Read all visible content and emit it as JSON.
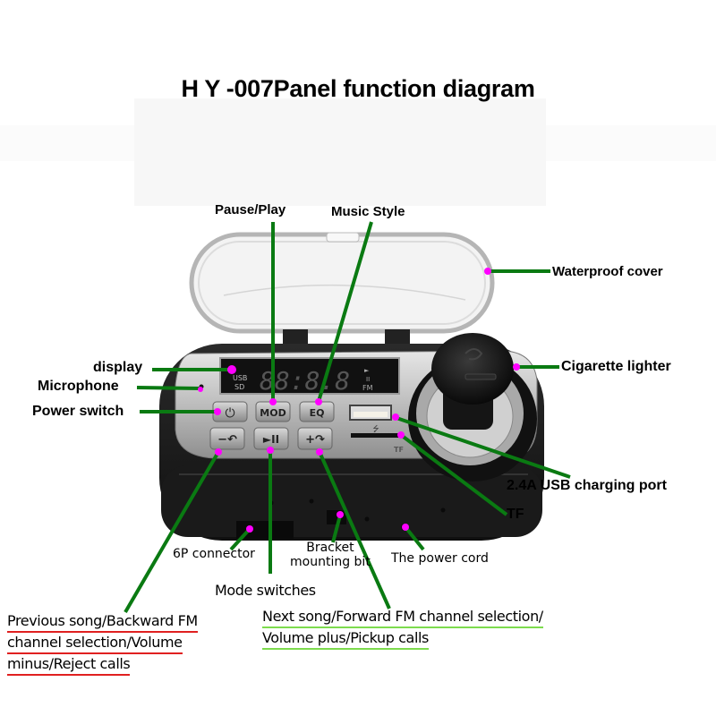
{
  "title": "H Y -007Panel function diagram",
  "colors": {
    "leader_line": "#0a7a12",
    "marker_dot": "#ff00ff",
    "underline_prev": "#e02020",
    "underline_next": "#7ddb4e",
    "device_body": "#1e1e1e",
    "panel_silver": "#b9b9b9"
  },
  "device": {
    "display_left": [
      "USB",
      "SD"
    ],
    "display_digits": "88:8.8",
    "display_right": [
      "►",
      "II",
      "FM"
    ],
    "buttons_top": [
      "⏻",
      "MOD",
      "EQ"
    ],
    "buttons_bottom": [
      "−↶",
      "►II",
      "+↷"
    ],
    "tf_label": "TF",
    "usb_symbol": "⭍"
  },
  "labels": {
    "pause_play": "Pause/Play",
    "music_style": "Music Style",
    "waterproof_cover": "Waterproof cover",
    "display": "display",
    "microphone": "Microphone",
    "power_switch": "Power switch",
    "cigarette_lighter": "Cigarette lighter",
    "usb_port": "2.4A USB  charging port",
    "tf": "TF",
    "six_p_connector": "6P connector",
    "bracket_line1": "Bracket",
    "bracket_line2": "mounting bit",
    "power_cord": "The power cord",
    "mode_switches": "Mode switches",
    "previous_line1": "Previous song/Backward FM",
    "previous_line2": "channel selection/Volume",
    "previous_line3": "minus/Reject calls",
    "next_line1": "Next song/Forward FM channel selection/",
    "next_line2": "Volume plus/Pickup calls"
  }
}
